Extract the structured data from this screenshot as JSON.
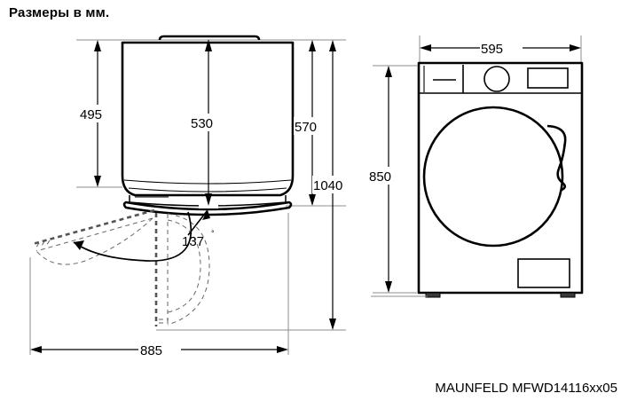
{
  "page": {
    "title": "Размеры в мм.",
    "model_label": "MAUNFELD MFWD14116xx05",
    "background_color": "#ffffff",
    "line_color": "#000000",
    "extension_line_color": "#8c8c8c",
    "hidden_line_color": "#555555"
  },
  "drawings": {
    "side_view": {
      "name": "side-view",
      "dimensions": {
        "depth_body": {
          "value": "495",
          "unit": "mm",
          "orientation": "vertical",
          "description": "body depth without lid overhang"
        },
        "depth_inner": {
          "value": "530",
          "unit": "mm",
          "orientation": "vertical",
          "description": "depth to door face"
        },
        "depth_total": {
          "value": "570",
          "unit": "mm",
          "orientation": "vertical",
          "description": "total depth including top cover"
        },
        "depth_with_door_open": {
          "value": "1040",
          "unit": "mm",
          "orientation": "vertical",
          "description": "depth with door fully opened"
        },
        "clearance_width": {
          "value": "885",
          "unit": "mm",
          "orientation": "horizontal",
          "description": "required clearance with door open"
        },
        "door_angle": {
          "value": "137",
          "unit": "deg",
          "symbol": "°",
          "description": "maximum door opening angle"
        }
      }
    },
    "front_view": {
      "name": "front-view",
      "dimensions": {
        "width": {
          "value": "595",
          "unit": "mm",
          "orientation": "horizontal",
          "description": "appliance width"
        },
        "height": {
          "value": "850",
          "unit": "mm",
          "orientation": "vertical",
          "description": "appliance height"
        }
      },
      "features": {
        "detergent_drawer": "detergent-drawer",
        "control_knob": "control-knob",
        "display_panel": "display-panel",
        "door_window": "door-window",
        "door_handle": "door-handle",
        "filter_access_hatch": "filter-access-hatch",
        "feet": "adjustable-feet"
      }
    }
  }
}
